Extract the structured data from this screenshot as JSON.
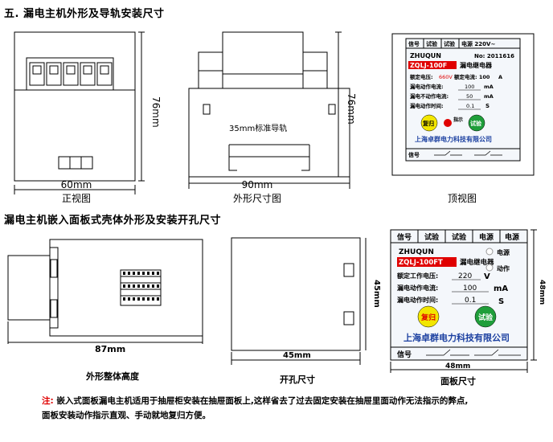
{
  "section_title": "五. 漏电主机外形及导轨安装尺寸",
  "section2_title": "漏电主机嵌入面板式壳体外形及安装开孔尺寸",
  "front_view": {
    "caption": "正视图",
    "width_dim": "60mm",
    "height_dim": "76mm"
  },
  "side_view": {
    "caption": "外形尺寸图",
    "width_dim": "90mm",
    "height_dim": "76mm",
    "rail_label": "35mm标准导轨"
  },
  "top_view": {
    "caption": "顶视图",
    "header_cells": [
      "信号",
      "试验",
      "试验",
      "电源 220V~"
    ],
    "brand": "ZHUQUN",
    "serial_label": "No: 2011616",
    "model": "ZQLJ-100F",
    "product_name": "漏电继电器",
    "rows": [
      {
        "label": "额定电压:",
        "value": "660V",
        "extra": "额定电流: 100",
        "unit": "A"
      },
      {
        "label": "漏电动作电流:",
        "value": "100",
        "unit": "mA"
      },
      {
        "label": "漏电不动作电流:",
        "value": "50",
        "unit": "mA"
      },
      {
        "label": "漏电动作时间:",
        "value": "0.1",
        "unit": "S"
      }
    ],
    "btn_reset": "复归",
    "indicator_label": "指示",
    "btn_test": "试验",
    "company": "上海卓群电力科技有限公司",
    "footer_label": "信号"
  },
  "housing_view": {
    "caption": "外形整体高度",
    "width_dim": "87mm"
  },
  "cutout_view": {
    "caption": "开孔尺寸",
    "width_dim": "45mm",
    "height_dim": "45mm"
  },
  "panel_view": {
    "caption": "面板尺寸",
    "header_cells": [
      "信号",
      "试验",
      "试验",
      "电源",
      "电源"
    ],
    "brand": "ZHUQUN",
    "model": "ZQLJ-100FT",
    "product_name": "漏电继电器",
    "power_label": "电源",
    "action_label": "动作",
    "rows": [
      {
        "label": "额定工作电压:",
        "value": "220",
        "unit": "V"
      },
      {
        "label": "漏电动作电流:",
        "value": "100",
        "unit": "mA"
      },
      {
        "label": "漏电动作时间:",
        "value": "0.1",
        "unit": "S"
      }
    ],
    "btn_reset": "复归",
    "btn_test": "试验",
    "company": "上海卓群电力科技有限公司",
    "footer_label": "信号",
    "width_dim": "48mm",
    "height_dim": "48mm"
  },
  "note": {
    "prefix": "注:",
    "line1": "嵌入式面板漏电主机适用于抽屉柜安装在抽屉面板上,这样省去了过去固定安装在抽屉里面动作无法指示的弊点,",
    "line2": "面板安装动作指示直观、手动就地复归方便。"
  },
  "colors": {
    "red": "#e00000",
    "yellow": "#f2e600",
    "green": "#1f9e3a",
    "panel_bg": "#f4f7fb",
    "dim_line": "#000000"
  }
}
